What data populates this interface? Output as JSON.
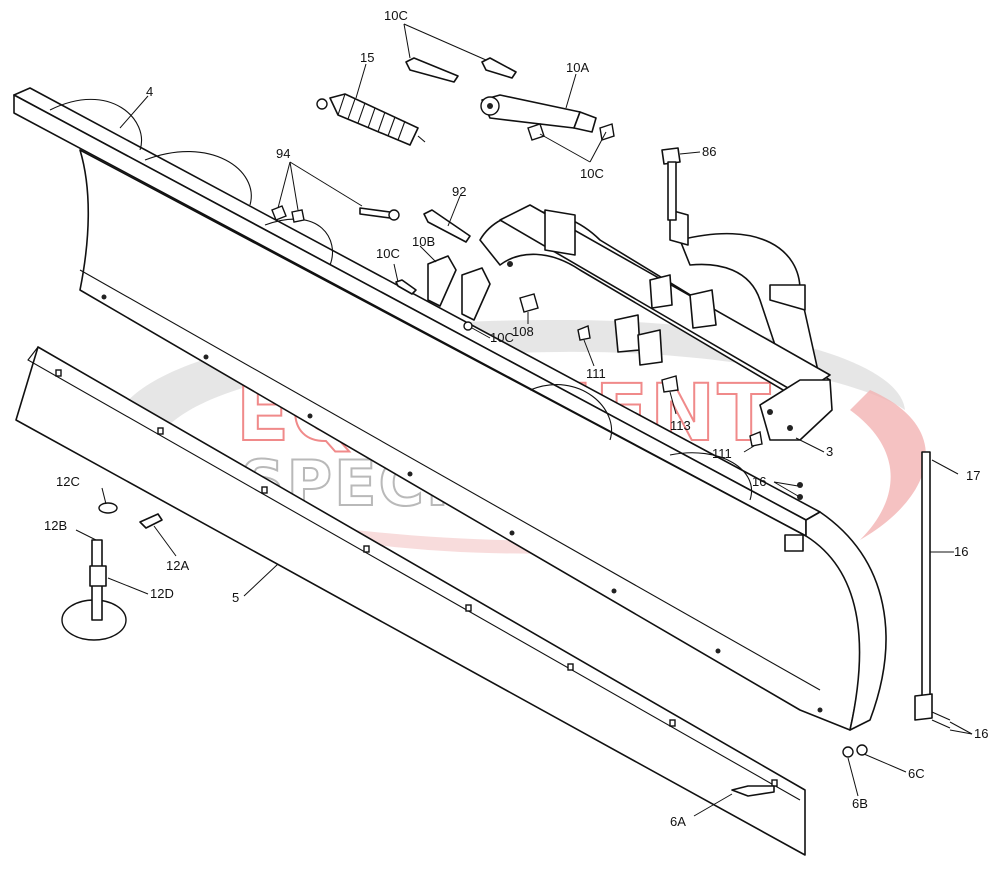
{
  "watermark": {
    "line1": "EQUIPMENT",
    "line2": "SPECIALISTS",
    "colors": {
      "line1": "#f08a8a",
      "line2": "#b9b9b9",
      "swoosh_red": "#f3b3b3",
      "swoosh_gray": "#d9d9d9"
    }
  },
  "callouts": {
    "c10c_top": "10C",
    "c10a": "10A",
    "c15": "15",
    "c4": "4",
    "c86": "86",
    "c10c_right": "10C",
    "c94": "94",
    "c92": "92",
    "c10b": "10B",
    "c10c_left": "10C",
    "c10c_mid": "10C",
    "c108": "108",
    "c111_upper": "111",
    "c113": "113",
    "c111_lower": "111",
    "c3": "3",
    "c17": "17",
    "c16_upper": "16",
    "c16_right": "16",
    "c16_lower": "16",
    "c12c": "12C",
    "c12b": "12B",
    "c12a": "12A",
    "c12d": "12D",
    "c5": "5",
    "c6c": "6C",
    "c6b": "6B",
    "c6a": "6A"
  }
}
